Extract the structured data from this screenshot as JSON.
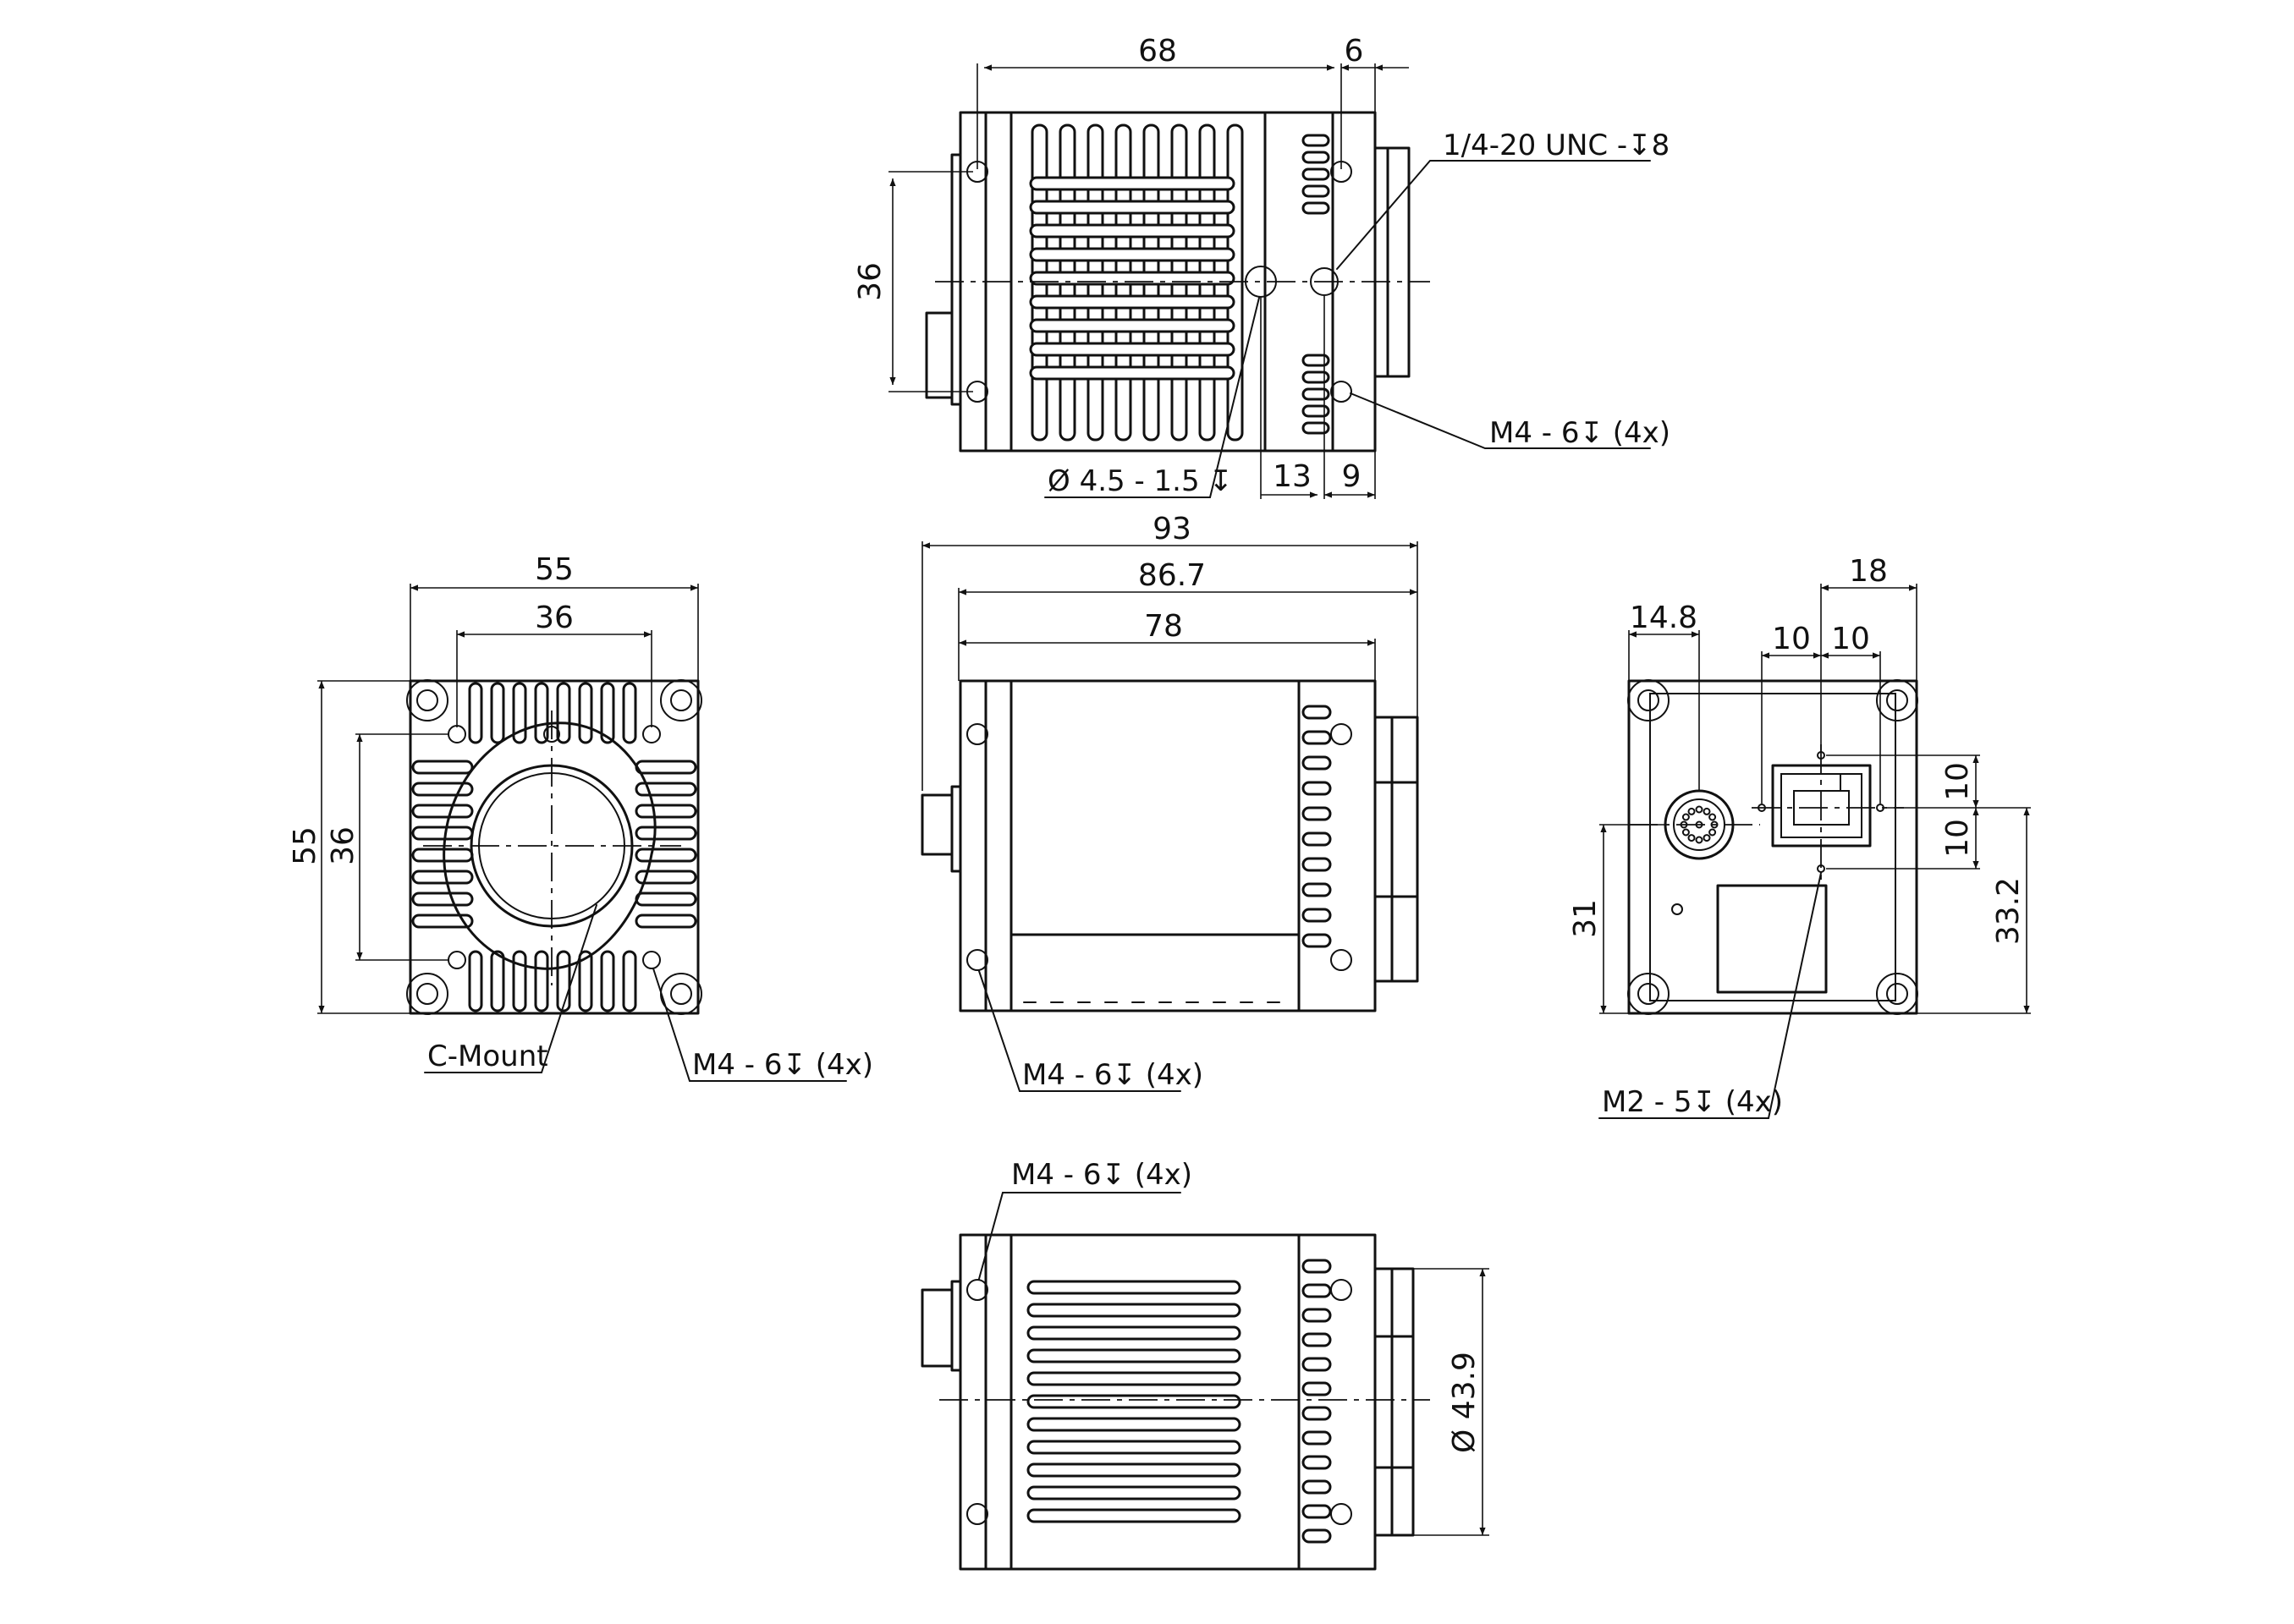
{
  "top_view": {
    "dim_68": "68",
    "dim_6": "6",
    "dim_36": "36",
    "dim_13": "13",
    "dim_9": "9",
    "note_tripod": "1/4-20 UNC -↧8",
    "note_m4": "M4 - 6↧ (4x)",
    "note_hole": "Ø 4.5 - 1.5 ↧"
  },
  "front_view": {
    "dim_55_w": "55",
    "dim_36_w": "36",
    "dim_55_h": "55",
    "dim_36_h": "36",
    "note_mount": "C-Mount",
    "note_m4": "M4 - 6↧ (4x)"
  },
  "side_view": {
    "dim_93": "93",
    "dim_86_7": "86.7",
    "dim_78": "78",
    "note_m4": "M4 - 6↧ (4x)"
  },
  "rear_view": {
    "dim_18": "18",
    "dim_14_8": "14.8",
    "dim_10a": "10",
    "dim_10b": "10",
    "dim_10c": "10",
    "dim_10d": "10",
    "dim_31": "31",
    "dim_33_2": "33.2",
    "note_m2": "M2 - 5↧ (4x)"
  },
  "bottom_view": {
    "note_m4": "M4 - 6↧ (4x)",
    "dim_dia": "Ø 43.9"
  }
}
